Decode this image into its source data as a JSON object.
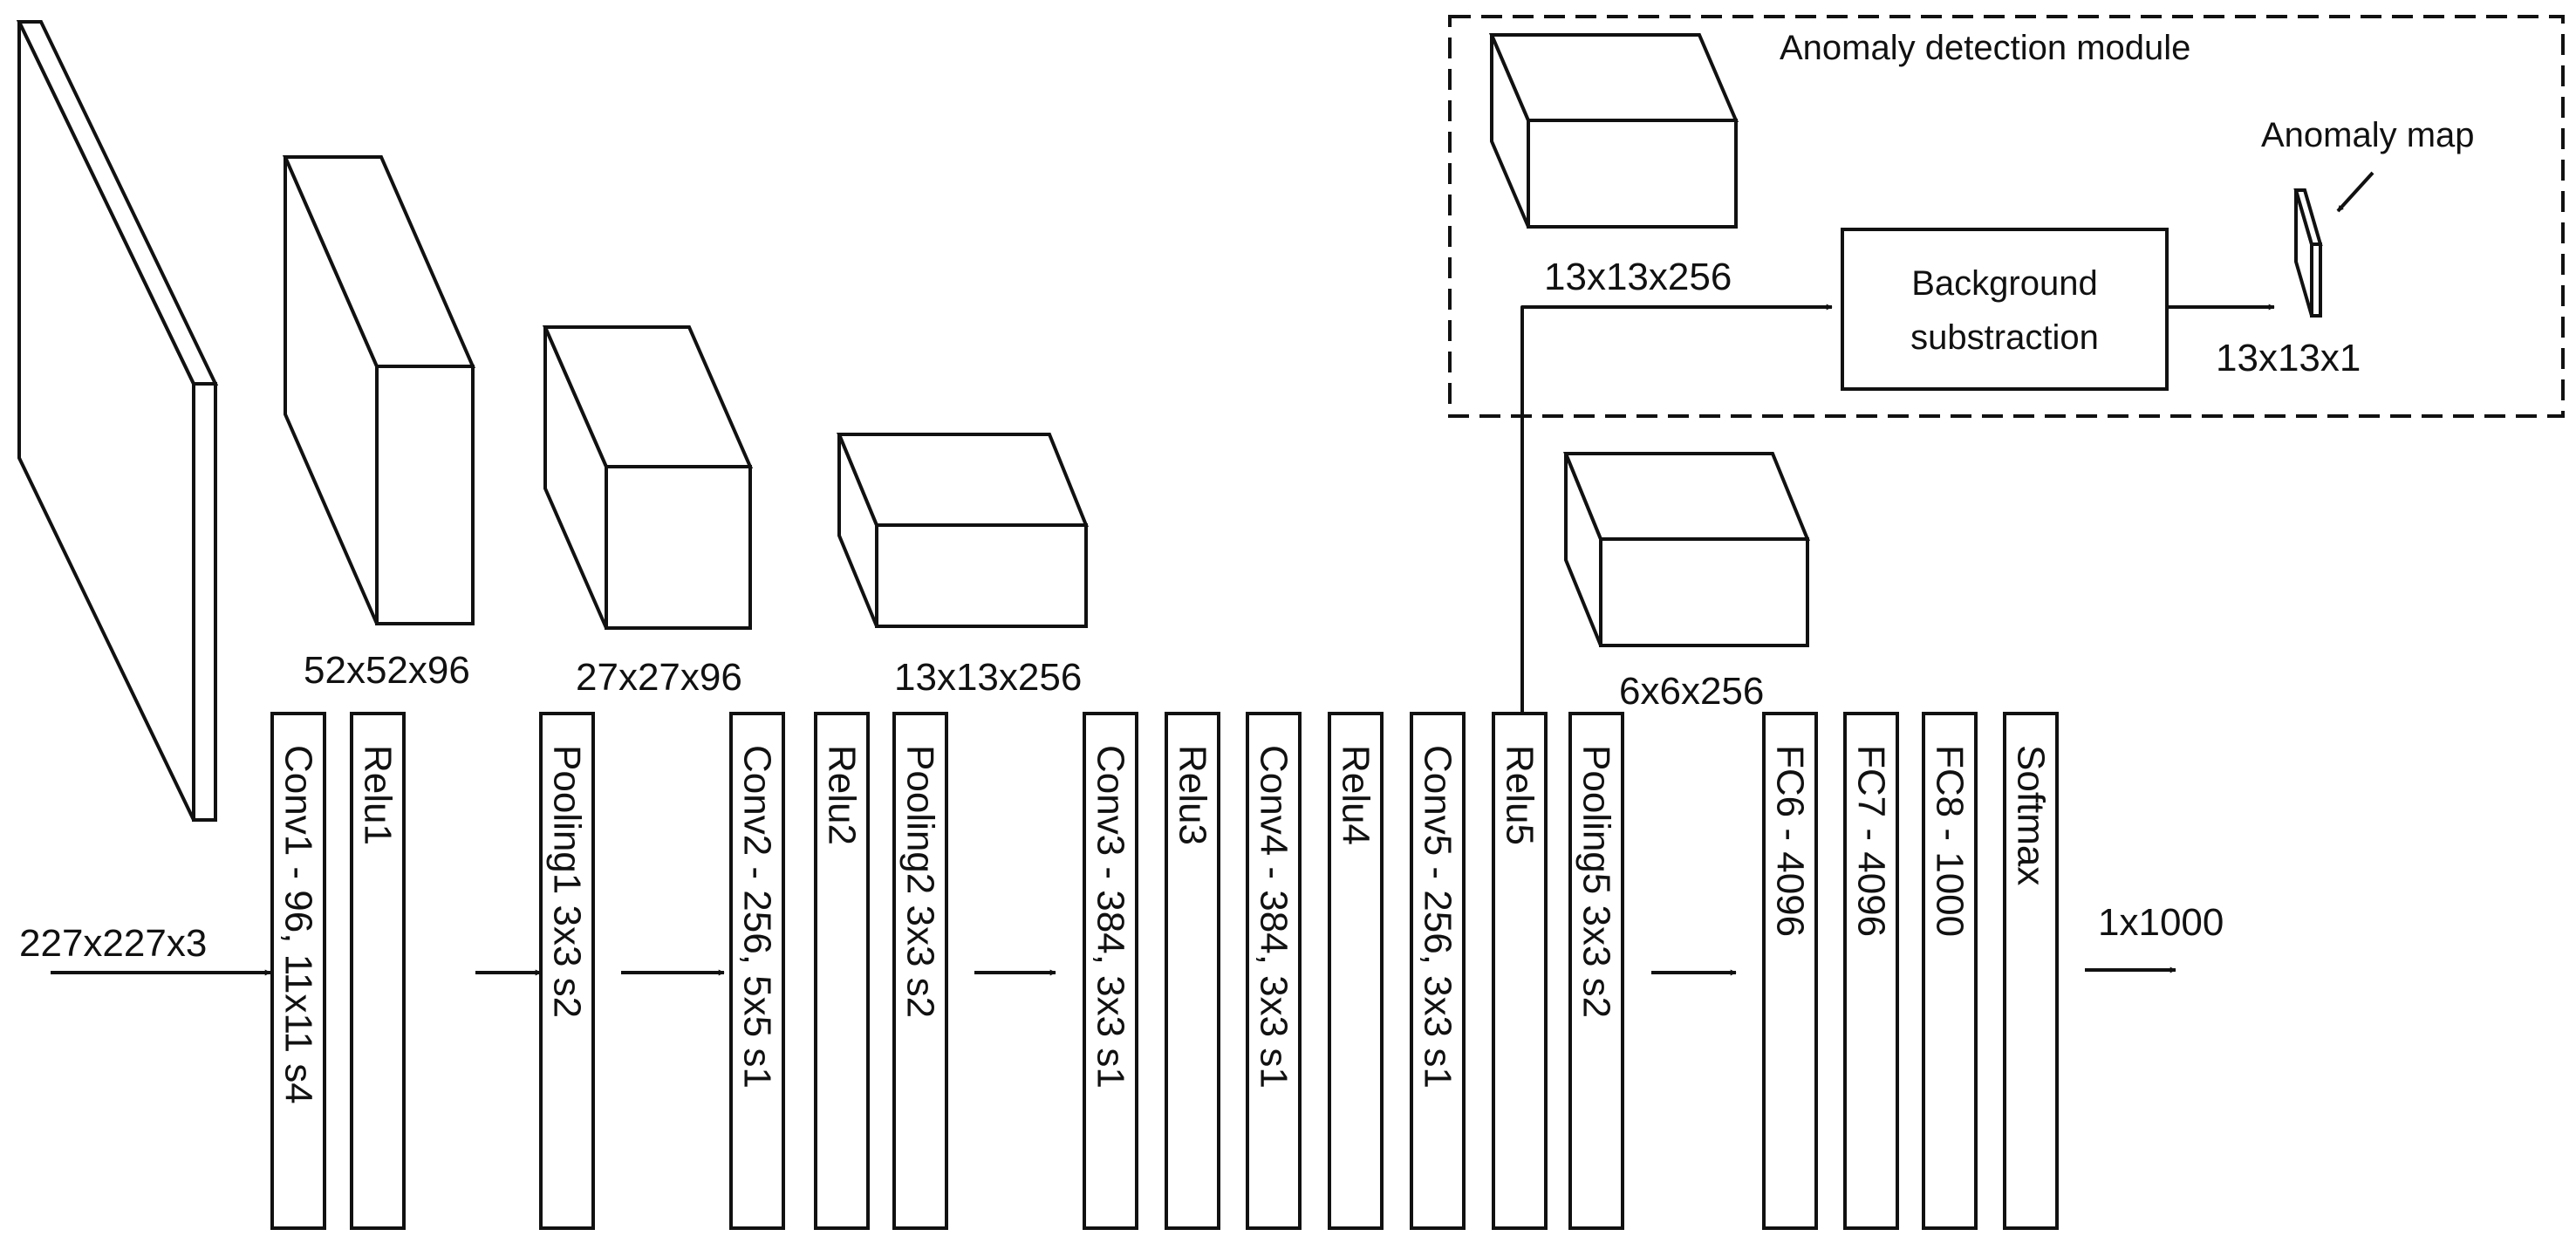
{
  "input": {
    "label": "227x227x3"
  },
  "volumes": {
    "v1": "52x52x96",
    "v2": "27x27x96",
    "v3": "13x13x256",
    "v4": "6x6x256",
    "branch": "13x13x256",
    "map": "13x13x1"
  },
  "layers": [
    {
      "id": "conv1",
      "label": "Conv1 - 96, 11x11 s4"
    },
    {
      "id": "relu1",
      "label": "Relu1"
    },
    {
      "id": "pool1",
      "label": "Pooling1 3x3 s2"
    },
    {
      "id": "conv2",
      "label": "Conv2 - 256, 5x5 s1"
    },
    {
      "id": "relu2",
      "label": "Relu2"
    },
    {
      "id": "pool2",
      "label": "Pooling2 3x3 s2"
    },
    {
      "id": "conv3",
      "label": "Conv3 - 384, 3x3 s1"
    },
    {
      "id": "relu3",
      "label": "Relu3"
    },
    {
      "id": "conv4",
      "label": "Conv4 - 384, 3x3 s1"
    },
    {
      "id": "relu4",
      "label": "Relu4"
    },
    {
      "id": "conv5",
      "label": "Conv5 - 256, 3x3 s1"
    },
    {
      "id": "relu5",
      "label": "Relu5"
    },
    {
      "id": "pool5",
      "label": "Pooling5 3x3 s2"
    },
    {
      "id": "fc6",
      "label": "FC6 - 4096"
    },
    {
      "id": "fc7",
      "label": "FC7 - 4096"
    },
    {
      "id": "fc8",
      "label": "FC8 - 1000"
    },
    {
      "id": "softmax",
      "label": "Softmax"
    }
  ],
  "output": {
    "label": "1x1000"
  },
  "anomaly_module": {
    "title": "Anomaly detection module",
    "process_line1": "Background",
    "process_line2": "substraction",
    "map_label": "Anomaly map"
  }
}
